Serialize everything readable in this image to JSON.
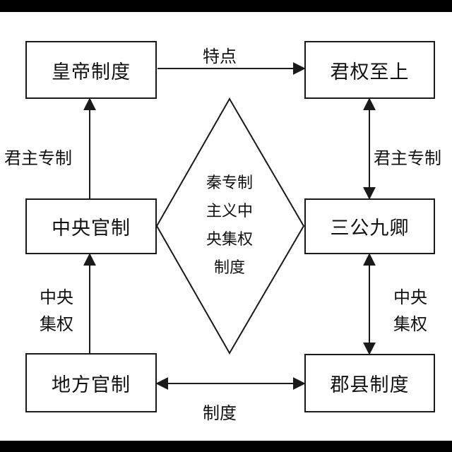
{
  "boxes": {
    "emperor_system": "皇帝制度",
    "supreme_monarch": "君权至上",
    "central_officials": "中央官制",
    "three_dukes": "三公九卿",
    "local_officials": "地方官制",
    "commandery_county": "郡县制度"
  },
  "labels": {
    "top_arrow": "特点",
    "left_upper": "君主专制",
    "right_upper": "君主专制",
    "left_lower": [
      "中央",
      "集权"
    ],
    "right_lower": [
      "中央",
      "集权"
    ],
    "bottom_arrow": "制度"
  },
  "center": {
    "lines": [
      "秦专制",
      "主义中",
      "央集权",
      "制度"
    ]
  }
}
